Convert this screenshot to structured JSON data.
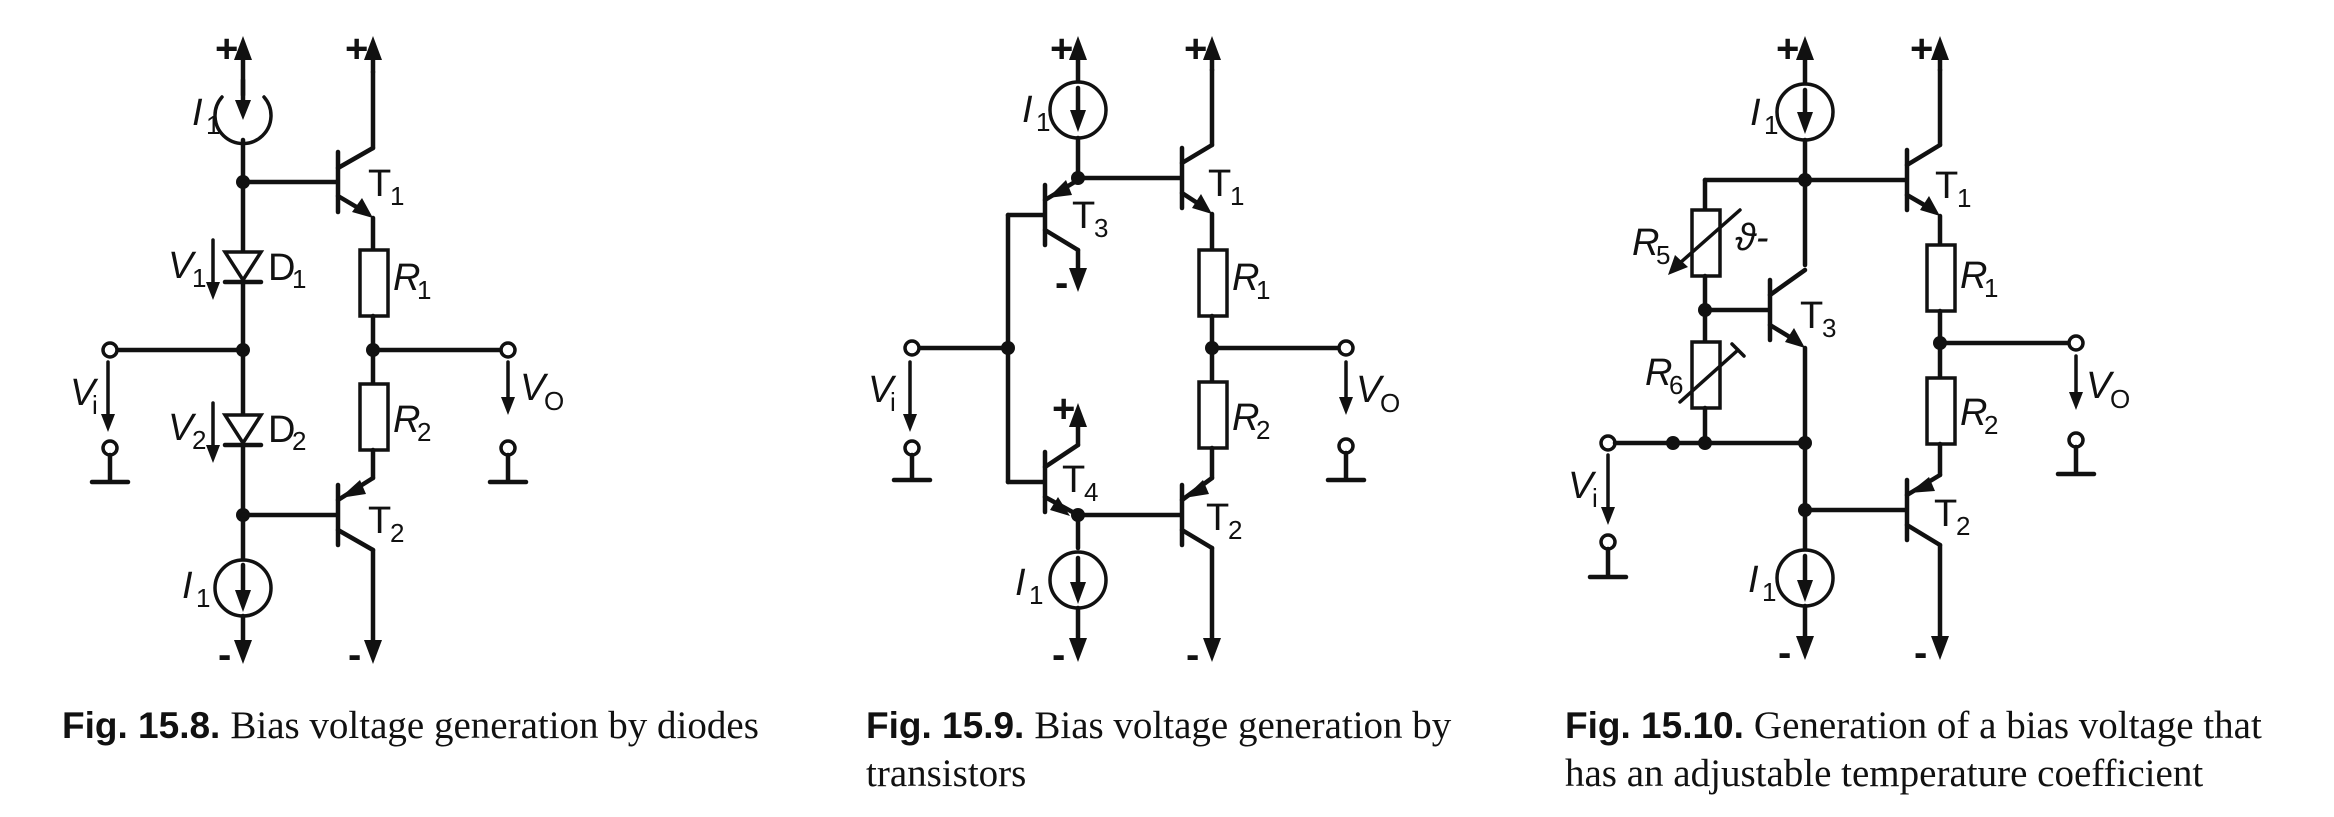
{
  "figures": [
    {
      "caption_lead": "Fig. 15.8.",
      "caption_lines": [
        "Bias voltage generation by diodes"
      ],
      "labels": {
        "i1_top": "I",
        "i1_top_sub": "1",
        "i1_bot": "I",
        "i1_bot_sub": "1",
        "t1": "T",
        "t1_sub": "1",
        "t2": "T",
        "t2_sub": "2",
        "d1": "D",
        "d1_sub": "1",
        "d2": "D",
        "d2_sub": "2",
        "v1": "V",
        "v1_sub": "1",
        "v2": "V",
        "v2_sub": "2",
        "r1": "R",
        "r1_sub": "1",
        "r2": "R",
        "r2_sub": "2",
        "vi": "V",
        "vi_sub": "i",
        "vo": "V",
        "vo_sub": "O",
        "plus": "+",
        "minus": "-"
      }
    },
    {
      "caption_lead": "Fig. 15.9.",
      "caption_lines": [
        "Bias voltage generation by",
        "transistors"
      ],
      "labels": {
        "i1_top": "I",
        "i1_top_sub": "1",
        "i1_bot": "I",
        "i1_bot_sub": "1",
        "t1": "T",
        "t1_sub": "1",
        "t2": "T",
        "t2_sub": "2",
        "t3": "T",
        "t3_sub": "3",
        "t4": "T",
        "t4_sub": "4",
        "r1": "R",
        "r1_sub": "1",
        "r2": "R",
        "r2_sub": "2",
        "vi": "V",
        "vi_sub": "i",
        "vo": "V",
        "vo_sub": "O",
        "plus": "+",
        "minus": "-"
      }
    },
    {
      "caption_lead": "Fig. 15.10.",
      "caption_lines": [
        "Generation of a bias voltage that",
        "has an adjustable temperature coefficient"
      ],
      "labels": {
        "i1_top": "I",
        "i1_top_sub": "1",
        "i1_bot": "I",
        "i1_bot_sub": "1",
        "t1": "T",
        "t1_sub": "1",
        "t2": "T",
        "t2_sub": "2",
        "t3": "T",
        "t3_sub": "3",
        "r1": "R",
        "r1_sub": "1",
        "r2": "R",
        "r2_sub": "2",
        "r5": "R",
        "r5_sub": "5",
        "r6": "R",
        "r6_sub": "6",
        "theta": "ϑ-",
        "vi": "V",
        "vi_sub": "i",
        "vo": "V",
        "vo_sub": "O",
        "plus": "+",
        "minus": "-"
      }
    }
  ]
}
